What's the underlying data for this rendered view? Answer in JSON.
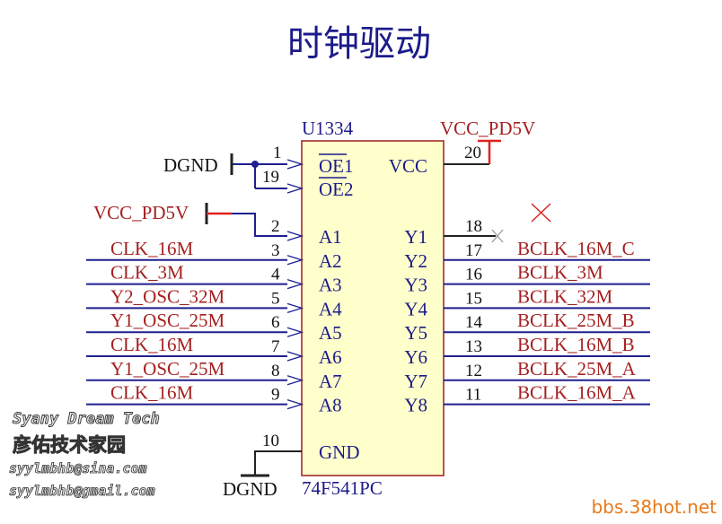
{
  "title": "时钟驱动",
  "chip": {
    "designator": "U1334",
    "part": "74F541PC",
    "pin_labels": {
      "oe1": "OE1",
      "oe2": "OE2",
      "vcc": "VCC",
      "gnd": "GND"
    },
    "inputs": [
      "A1",
      "A2",
      "A3",
      "A4",
      "A5",
      "A6",
      "A7",
      "A8"
    ],
    "outputs": [
      "Y1",
      "Y2",
      "Y3",
      "Y4",
      "Y5",
      "Y6",
      "Y7",
      "Y8"
    ],
    "pin_numbers": {
      "oe1": "1",
      "oe2": "19",
      "vcc": "20",
      "gnd": "10",
      "a": [
        "2",
        "3",
        "4",
        "5",
        "6",
        "7",
        "8",
        "9"
      ],
      "y": [
        "18",
        "17",
        "16",
        "15",
        "14",
        "13",
        "12",
        "11"
      ]
    }
  },
  "power": {
    "dgnd": "DGND",
    "vcc_left": "VCC_PD5V",
    "vcc_top": "VCC_PD5V"
  },
  "nets": {
    "inputs": [
      "CLK_16M",
      "CLK_3M",
      "Y2_OSC_32M",
      "Y1_OSC_25M",
      "CLK_16M",
      "Y1_OSC_25M",
      "CLK_16M"
    ],
    "outputs": [
      "BCLK_16M_C",
      "BCLK_3M",
      "BCLK_32M",
      "BCLK_25M_B",
      "BCLK_16M_B",
      "BCLK_25M_A",
      "BCLK_16M_A"
    ]
  },
  "watermark": {
    "lines": [
      "Syany Dream Tech",
      "彦佑技术家园",
      "syylmbhb@sina.com",
      "syylmbhb@gmail.com"
    ],
    "site": "bbs.38hot.net"
  },
  "colors": {
    "navy": "#1b1b8a",
    "wire": "#1f1f8f",
    "net_red": "#a52020",
    "chip_fill": "#ffffcc",
    "chip_border": "#9e1f1f",
    "bright_red": "#e02020",
    "site_orange": "#e87a1a"
  }
}
